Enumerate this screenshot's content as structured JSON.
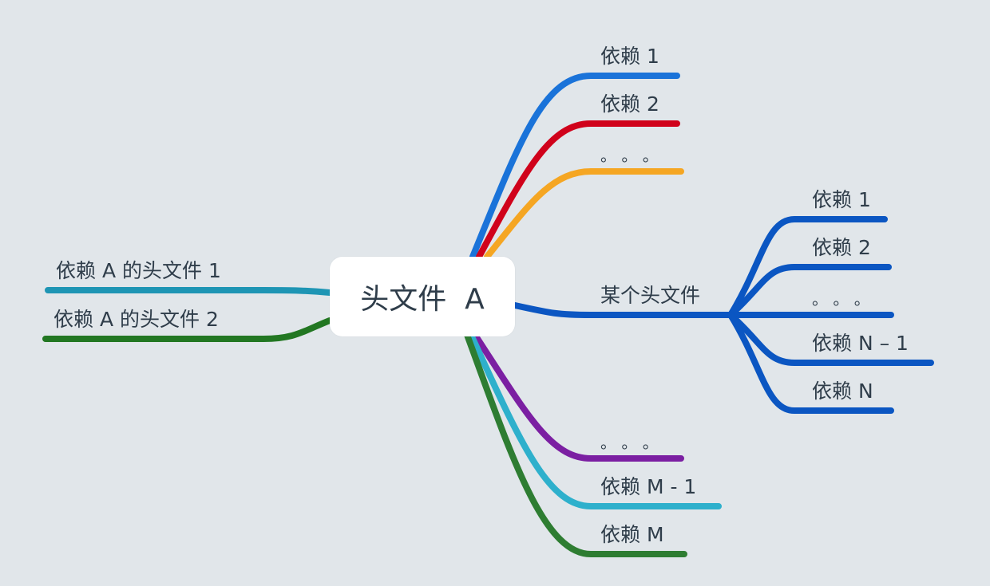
{
  "center": {
    "label": "头文件  A"
  },
  "colors": {
    "background": "#e1e6ea",
    "text": "#2f3d4a",
    "blue": "#1a73d9",
    "red": "#d0021b",
    "orange": "#f5a623",
    "dark_blue": "#0b56c2",
    "purple": "#7b1fa2",
    "cyan": "#2eb0cc",
    "green": "#2e7d32",
    "teal": "#1e95b4",
    "dark_green": "#227722"
  },
  "nodes": {
    "dep1": "依赖 1",
    "dep2": "依赖 2",
    "ellipsis_top": "。 。 。",
    "some_header": "某个头文件",
    "sub_dep1": "依赖 1",
    "sub_dep2": "依赖 2",
    "sub_ellipsis": "。 。 。",
    "sub_dep_n_minus_1": "依赖 N – 1",
    "sub_dep_n": "依赖 N",
    "ellipsis_bottom": "。 。 。",
    "dep_m_minus_1": "依赖 M - 1",
    "dep_m": "依赖 M",
    "left_header1": "依赖 A 的头文件 1",
    "left_header2": "依赖 A 的头文件 2"
  }
}
